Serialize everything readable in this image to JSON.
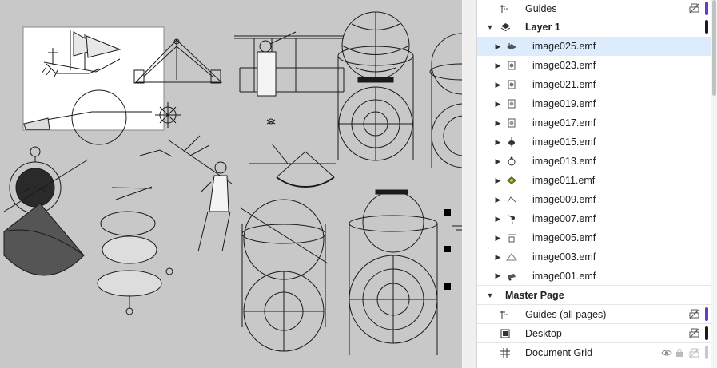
{
  "layers_panel": {
    "top_item": {
      "label": "Guides",
      "icon": "guides-icon",
      "color": "#5b3fc4"
    },
    "layer1": {
      "label": "Layer 1",
      "icon": "layer-stack-icon",
      "color": "#1a1a1a",
      "children": [
        {
          "label": "image025.emf",
          "selected": true
        },
        {
          "label": "image023.emf"
        },
        {
          "label": "image021.emf"
        },
        {
          "label": "image019.emf"
        },
        {
          "label": "image017.emf"
        },
        {
          "label": "image015.emf"
        },
        {
          "label": "image013.emf"
        },
        {
          "label": "image011.emf"
        },
        {
          "label": "image009.emf"
        },
        {
          "label": "image007.emf"
        },
        {
          "label": "image005.emf"
        },
        {
          "label": "image003.emf"
        },
        {
          "label": "image001.emf"
        }
      ]
    },
    "master_page": {
      "label": "Master Page",
      "items": [
        {
          "label": "Guides (all pages)",
          "icon": "guides-icon",
          "color": "#5b3fc4"
        },
        {
          "label": "Desktop",
          "icon": "desktop-icon",
          "color": "#1a1a1a"
        },
        {
          "label": "Document Grid",
          "icon": "grid-icon",
          "color": "#c8c8c8"
        }
      ]
    }
  }
}
